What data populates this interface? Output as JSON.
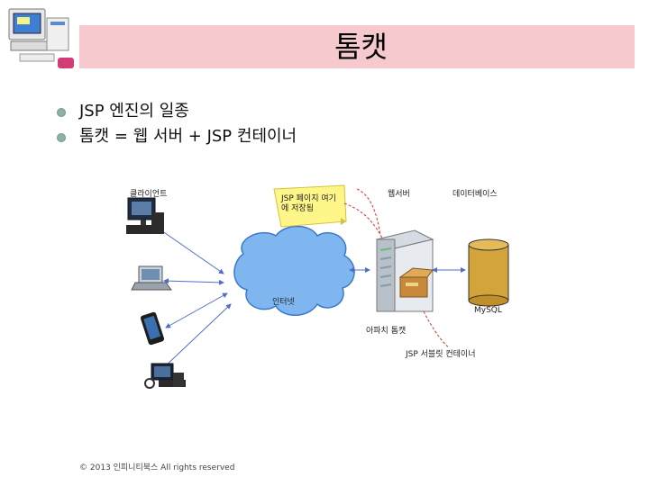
{
  "slide": {
    "title": "톰캣",
    "bullets": [
      "JSP 엔진의 일종",
      "톰캣 = 웹 서버 + JSP 컨테이너"
    ],
    "footer": "© 2013 인피니티북스 All rights reserved"
  },
  "diagram": {
    "client_label": "클라이언트",
    "note_label": "JSP 페이지 여기에 저장됨",
    "webserver_label": "웹서버",
    "database_label": "데이터베이스",
    "internet_label": "인터넷",
    "tomcat_label": "아파치 톰캣",
    "mysql_label": "MySQL",
    "container_label": "JSP 서블릿 컨테이너"
  },
  "colors": {
    "title_bar": "#f6c9cf",
    "bullet_dot": "#8bb4a4",
    "cloud": "#7fb6ef",
    "database": "#d3a43a",
    "note": "#fff68a"
  }
}
